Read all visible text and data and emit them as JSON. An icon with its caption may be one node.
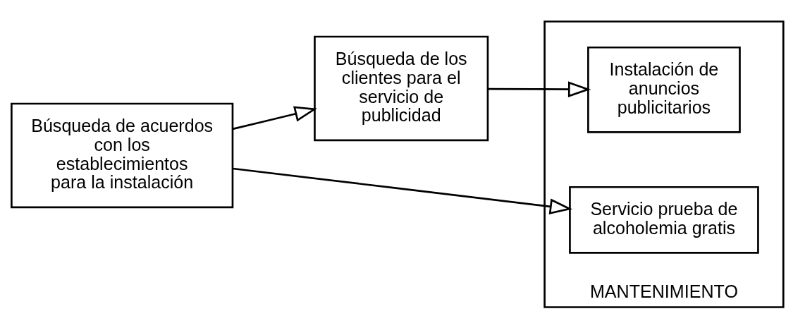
{
  "diagram": {
    "nodes": [
      {
        "text": [
          "Búsqueda de acuerdos con los establecimientos para la instalación"
        ]
      },
      {
        "text": [
          "Búsqueda de los clientes para el servicio de publicidad"
        ]
      },
      {
        "text": [
          "MANTENIMIENTO"
        ]
      },
      {
        "text": [
          "Instalación de anuncios publicitarios"
        ],
        "in": 2
      },
      {
        "text": [
          "Servicio prueba de alcoholemia gratis"
        ],
        "in": 2
      }
    ],
    "edges": [
      {
        "from": 0,
        "to": 1,
        "arrow": "to"
      },
      {
        "from": 1,
        "to": 3,
        "arrow": "to"
      },
      {
        "from": 0,
        "to": 4,
        "arrow": "to"
      }
    ]
  }
}
